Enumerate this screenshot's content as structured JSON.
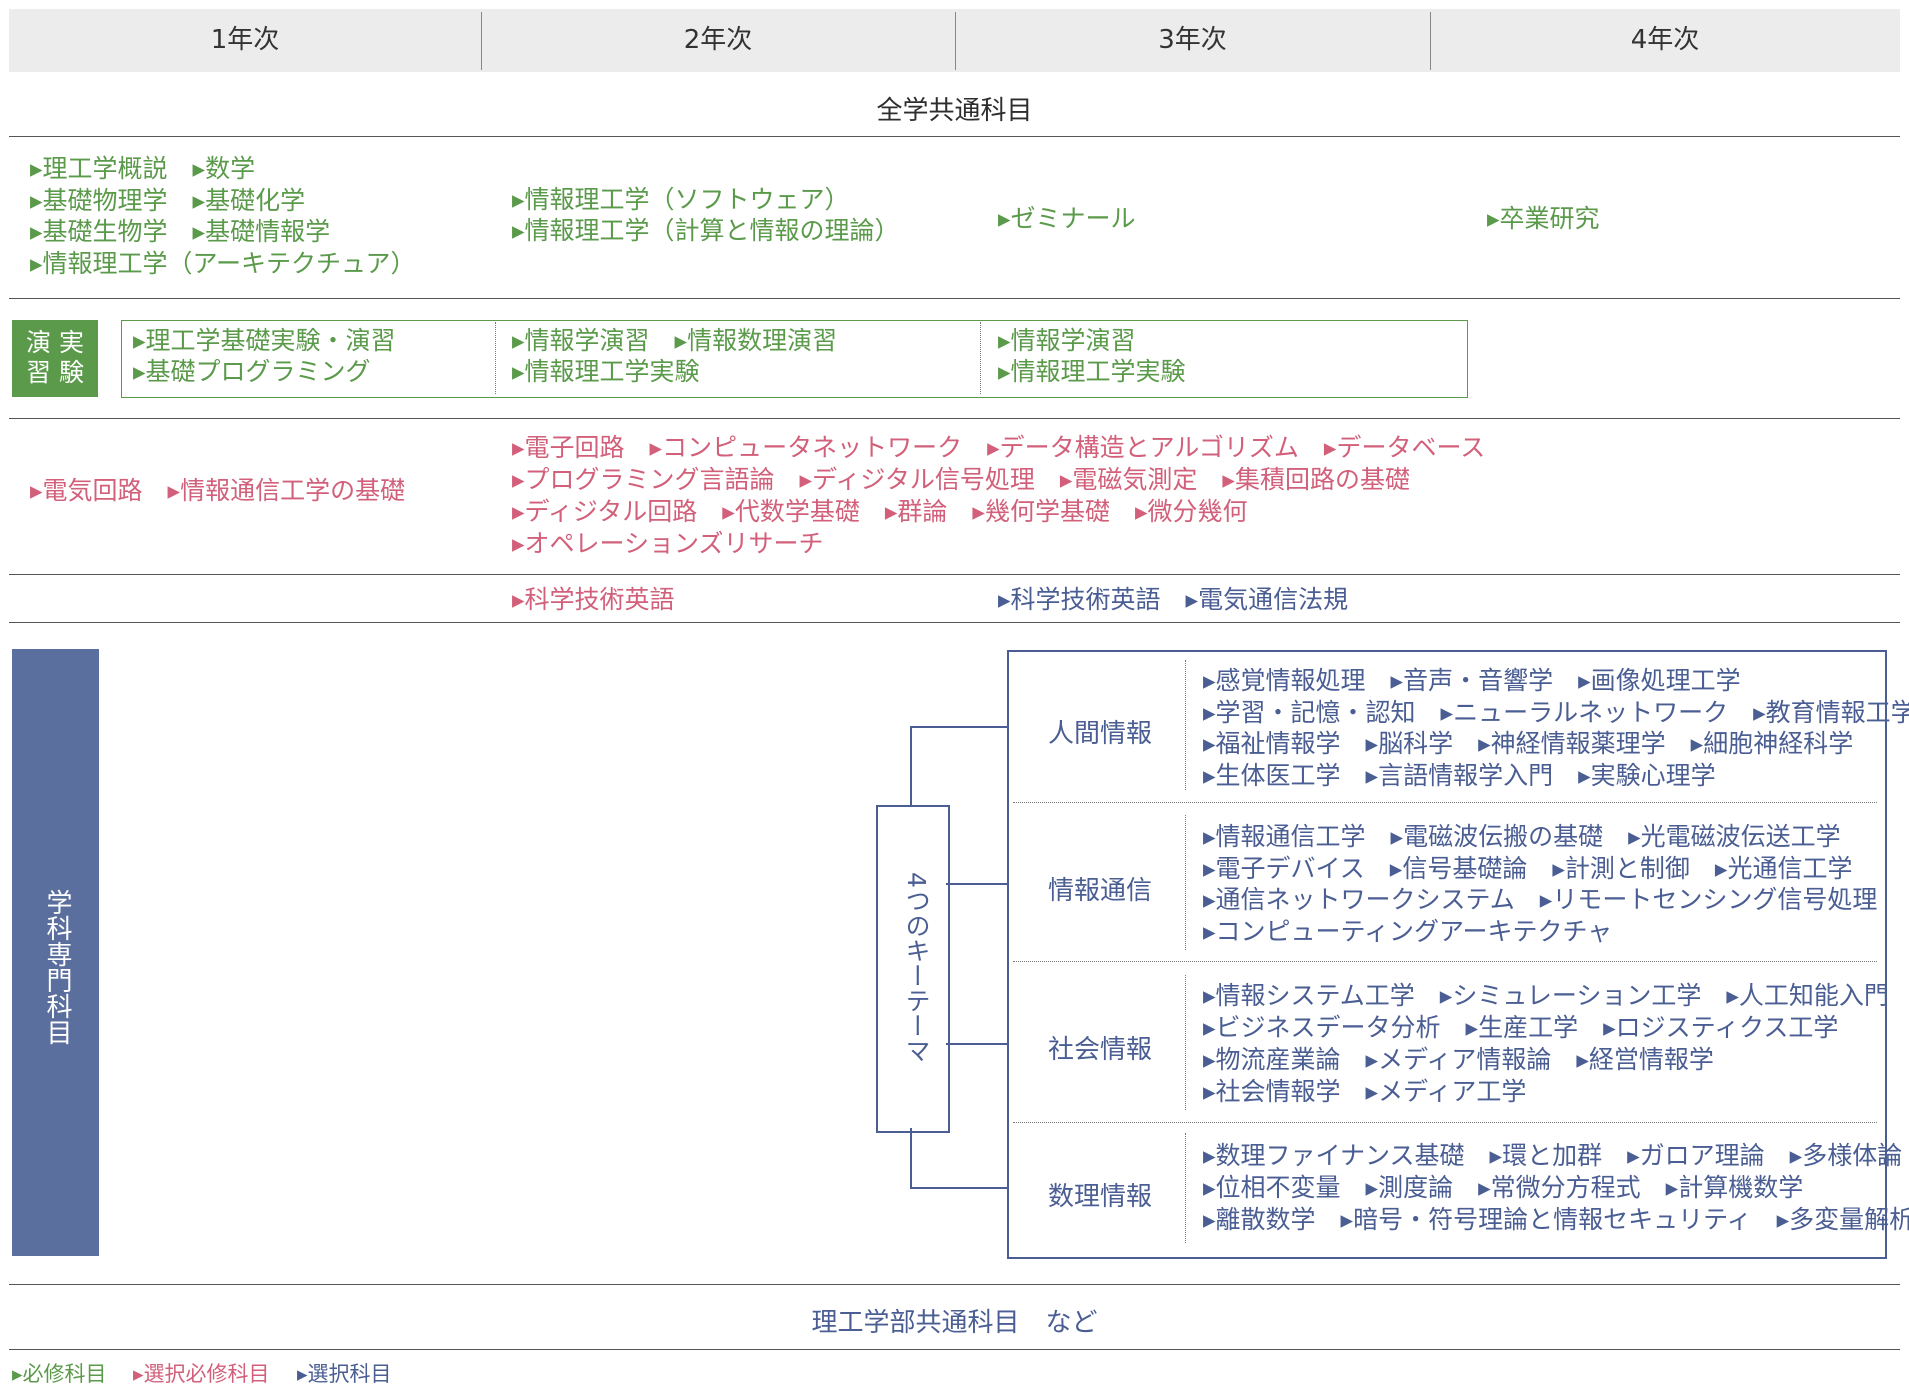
{
  "years": [
    "1年次",
    "2年次",
    "3年次",
    "4年次"
  ],
  "general": {
    "title": "全学共通科目"
  },
  "required": {
    "y1": [
      "▸理工学概説　▸数学",
      "▸基礎物理学　▸基礎化学",
      "▸基礎生物学　▸基礎情報学",
      "▸情報理工学（アーキテクチュア）"
    ],
    "y2": [
      "▸情報理工学（ソフトウェア）",
      "▸情報理工学（計算と情報の理論）"
    ],
    "y3": [
      "▸ゼミナール"
    ],
    "y4": [
      "▸卒業研究"
    ]
  },
  "lab": {
    "label_top": "演 実",
    "label_bottom": "習 験",
    "y1": [
      "▸理工学基礎実験・演習",
      "▸基礎プログラミング"
    ],
    "y2": [
      "▸情報学演習　▸情報数理演習",
      "▸情報理工学実験"
    ],
    "y3": [
      "▸情報学演習",
      "▸情報理工学実験"
    ]
  },
  "elective_required": {
    "y1": [
      "▸電気回路　▸情報通信工学の基礎"
    ],
    "y2": [
      "▸電子回路　▸コンピュータネットワーク　▸データ構造とアルゴリズム　▸データベース",
      "▸プログラミング言語論　▸ディジタル信号処理　▸電磁気測定　▸集積回路の基礎",
      "▸ディジタル回路　▸代数学基礎　▸群論　▸幾何学基礎　▸微分幾何",
      "▸オペレーションズリサーチ"
    ]
  },
  "english": {
    "y2": "▸科学技術英語",
    "y3": "▸科学技術英語　▸電気通信法規"
  },
  "specialized": {
    "label": "学科専門科目",
    "hub": "4つのキーテーマ",
    "themes": [
      {
        "name": "人間情報",
        "lines": [
          "▸感覚情報処理　▸音声・音響学　▸画像処理工学",
          "▸学習・記憶・認知　▸ニューラルネットワーク　▸教育情報工学",
          "▸福祉情報学　▸脳科学　▸神経情報薬理学　▸細胞神経科学",
          "▸生体医工学　▸言語情報学入門　▸実験心理学"
        ]
      },
      {
        "name": "情報通信",
        "lines": [
          "▸情報通信工学　▸電磁波伝搬の基礎　▸光電磁波伝送工学",
          "▸電子デバイス　▸信号基礎論　▸計測と制御　▸光通信工学",
          "▸通信ネットワークシステム　▸リモートセンシング信号処理",
          "▸コンピューティングアーキテクチャ"
        ]
      },
      {
        "name": "社会情報",
        "lines": [
          "▸情報システム工学　▸シミュレーション工学　▸人工知能入門",
          "▸ビジネスデータ分析　▸生産工学　▸ロジスティクス工学",
          "▸物流産業論　▸メディア情報論　▸経営情報学",
          "▸社会情報学　▸メディア工学"
        ]
      },
      {
        "name": "数理情報",
        "lines": [
          "▸数理ファイナンス基礎　▸環と加群　▸ガロア理論　▸多様体論",
          "▸位相不変量　▸測度論　▸常微分方程式　▸計算機数学",
          "▸離散数学　▸暗号・符号理論と情報セキュリティ　▸多変量解析"
        ]
      }
    ]
  },
  "faculty_common": "理工学部共通科目　など",
  "legend": {
    "required": "▸必修科目",
    "elective_required": "▸選択必修科目",
    "elective": "▸選択科目"
  },
  "colors": {
    "required": "#5a9a4a",
    "elective_required": "#d2607a",
    "elective": "#4a5e93"
  }
}
